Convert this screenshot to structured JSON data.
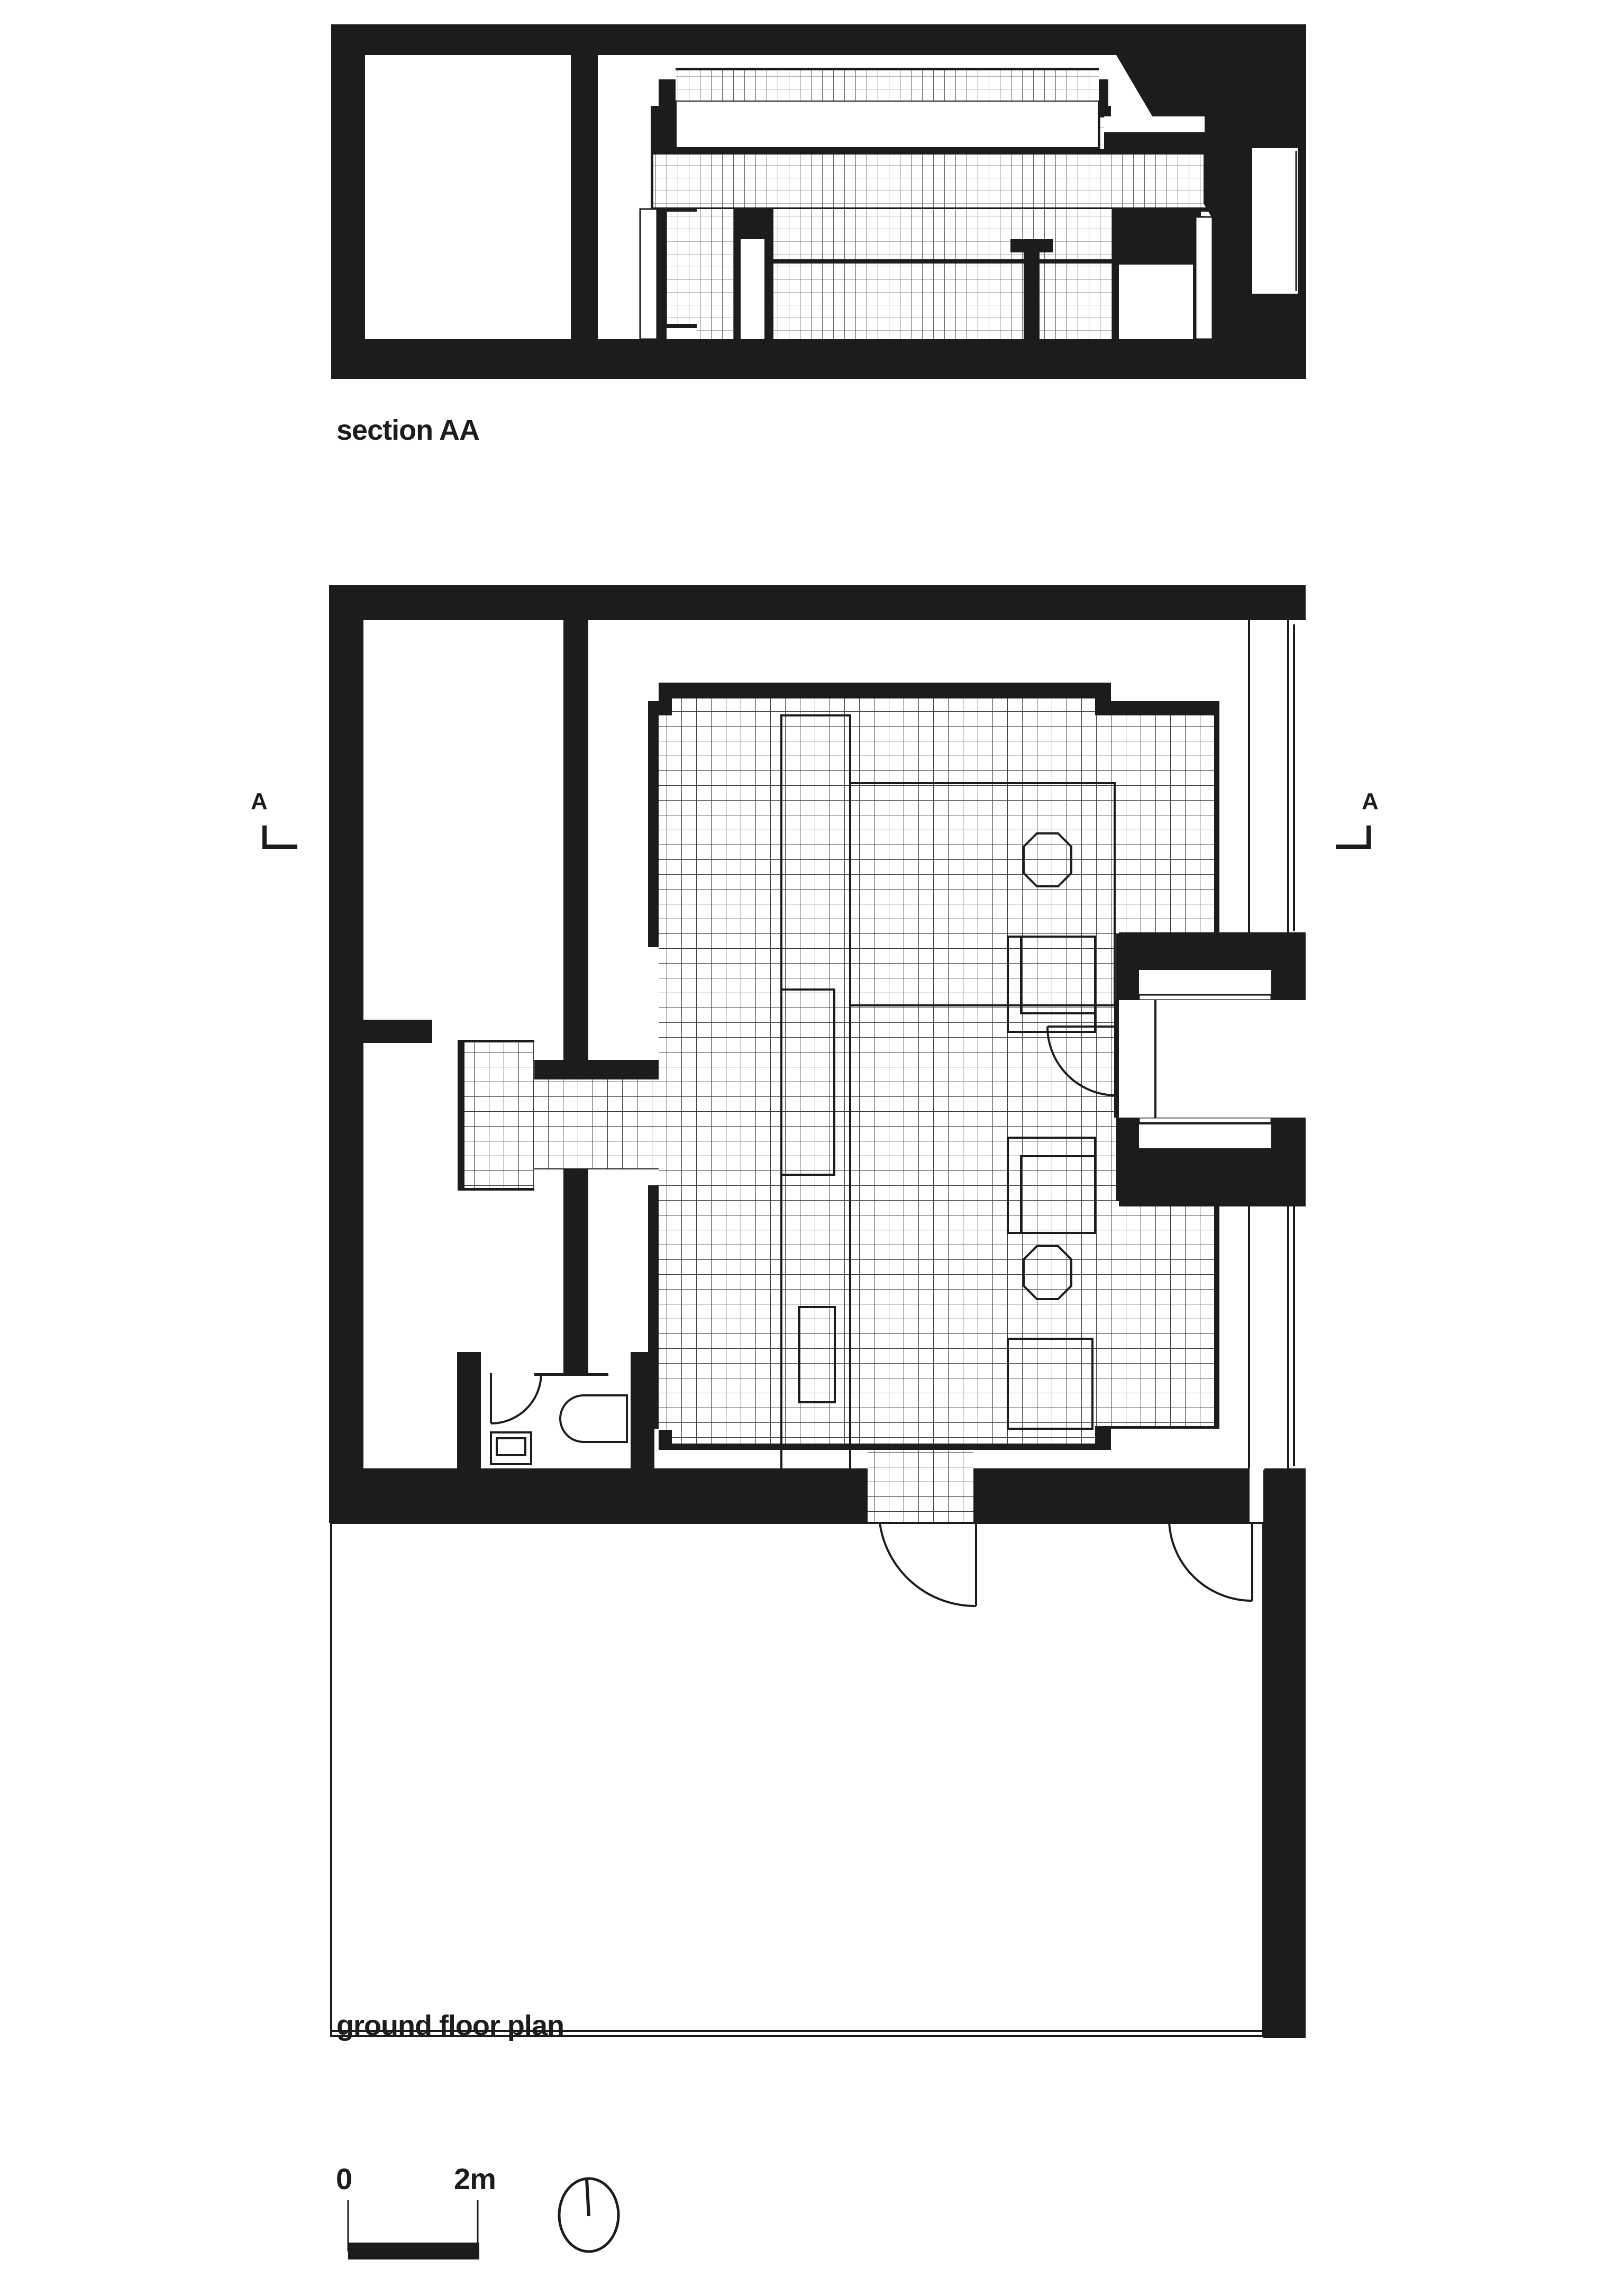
{
  "colors": {
    "ink": "#1d1b1c",
    "paper": "#ffffff",
    "tile_line": "#3a3a3a"
  },
  "section": {
    "title": "section AA"
  },
  "plan": {
    "title": "ground floor plan",
    "section_markers": [
      {
        "side": "left",
        "label": "A"
      },
      {
        "side": "right",
        "label": "A"
      }
    ]
  },
  "legend": {
    "scale_bar": {
      "start_label": "0",
      "end_label": "2m"
    },
    "north_arrow": {
      "icon": "north-arrow-icon"
    }
  }
}
